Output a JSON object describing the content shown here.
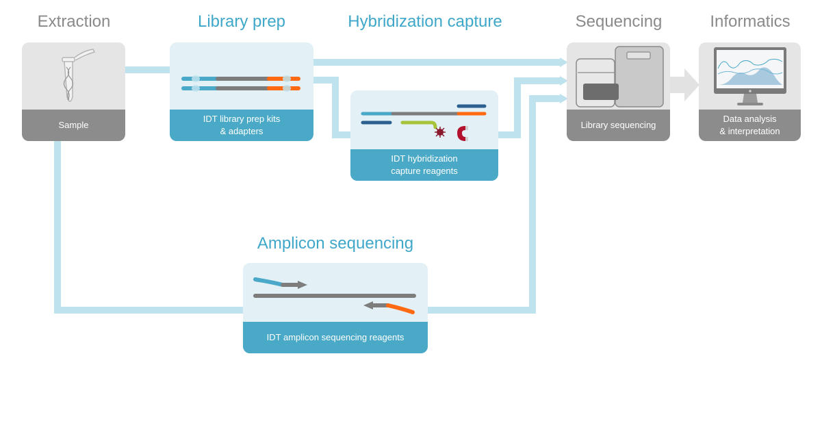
{
  "stages": {
    "extraction": "Extraction",
    "library_prep": "Library prep",
    "hybridization_capture": "Hybridization capture",
    "sequencing": "Sequencing",
    "informatics": "Informatics",
    "amplicon_sequencing": "Amplicon sequencing"
  },
  "boxes": {
    "sample": [
      "Sample"
    ],
    "library_prep": [
      "IDT library prep kits",
      "& adapters"
    ],
    "hybridization": [
      "IDT hybridization",
      "capture reagents"
    ],
    "library_sequencing": [
      "Library sequencing"
    ],
    "data_analysis": [
      "Data analysis",
      "& interpretation"
    ],
    "amplicon": [
      "IDT amplicon sequencing reagents"
    ]
  },
  "colors": {
    "flow_line": "#bfe3ee",
    "blue_title": "#3fa7c9",
    "gray_title": "#8a8a8a",
    "teal_strand": "#4aa8c8",
    "gray_strand": "#7d7d7d",
    "orange_strand": "#ff6a13",
    "navy_strand": "#2b5f8e",
    "lime_probe": "#a6c33a",
    "magnet_red": "#b3122e"
  }
}
